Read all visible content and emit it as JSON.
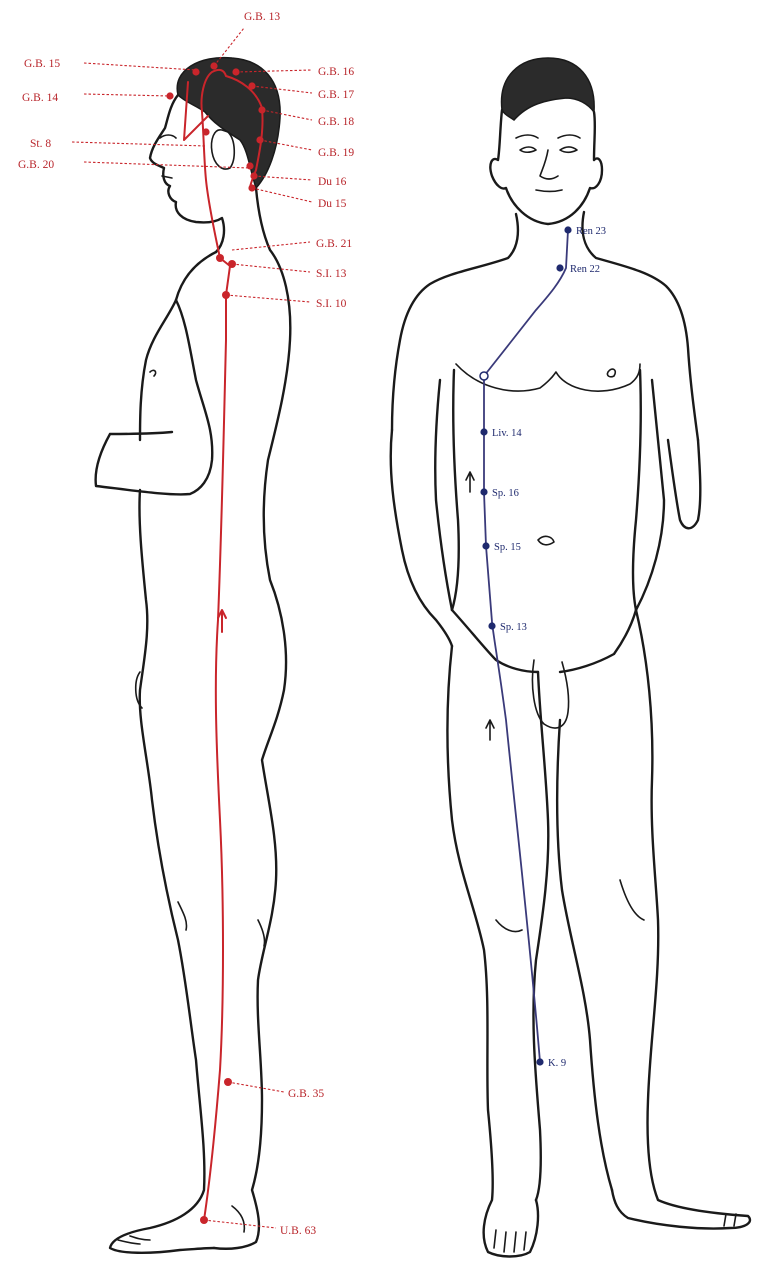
{
  "side_view": {
    "points": [
      {
        "id": "gb13",
        "label": "G.B. 13"
      },
      {
        "id": "gb15",
        "label": "G.B. 15"
      },
      {
        "id": "gb14",
        "label": "G.B. 14"
      },
      {
        "id": "st8",
        "label": "St. 8"
      },
      {
        "id": "gb20",
        "label": "G.B. 20"
      },
      {
        "id": "gb16",
        "label": "G.B. 16"
      },
      {
        "id": "gb17",
        "label": "G.B. 17"
      },
      {
        "id": "gb18",
        "label": "G.B. 18"
      },
      {
        "id": "gb19",
        "label": "G.B. 19"
      },
      {
        "id": "du16",
        "label": "Du 16"
      },
      {
        "id": "du15",
        "label": "Du 15"
      },
      {
        "id": "gb21",
        "label": "G.B. 21"
      },
      {
        "id": "si13",
        "label": "S.I. 13"
      },
      {
        "id": "si10",
        "label": "S.I. 10"
      },
      {
        "id": "gb35",
        "label": "G.B. 35"
      },
      {
        "id": "ub63",
        "label": "U.B. 63"
      }
    ],
    "line_color": "#c9252b"
  },
  "front_view": {
    "points": [
      {
        "id": "ren23",
        "label": "Ren 23"
      },
      {
        "id": "ren22",
        "label": "Ren 22"
      },
      {
        "id": "liv14",
        "label": "Liv. 14"
      },
      {
        "id": "sp16",
        "label": "Sp. 16"
      },
      {
        "id": "sp15",
        "label": "Sp. 15"
      },
      {
        "id": "sp13",
        "label": "Sp. 13"
      },
      {
        "id": "k9",
        "label": "K. 9"
      }
    ],
    "line_color": "#1f2a6e"
  }
}
